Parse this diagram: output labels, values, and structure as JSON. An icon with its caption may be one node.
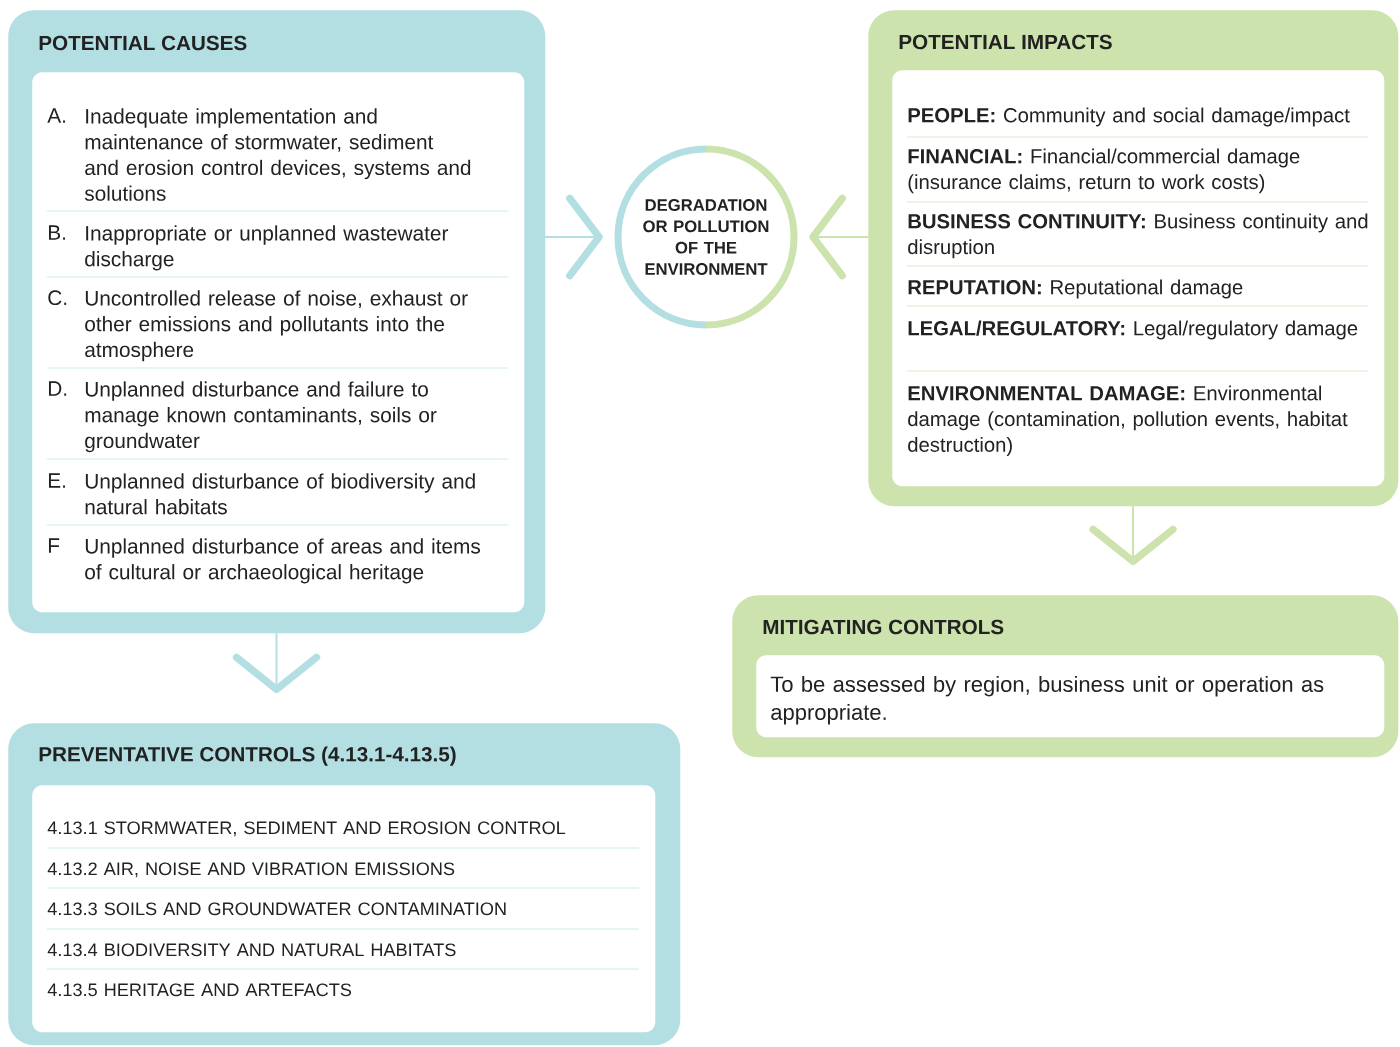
{
  "diagram": {
    "nodes": [
      {
        "text": [
          "POTENTIAL CAUSES"
        ]
      },
      {
        "text": [
          "A.",
          "Inadequate implementation and maintenance of stormwater, sediment and erosion control devices, systems and solutions",
          "B.",
          "Inappropriate or unplanned wastewater discharge",
          "C.",
          "Uncontrolled release of noise, exhaust or other emissions and pollutants into the atmosphere",
          "D.",
          "Unplanned disturbance and failure to manage known contaminants, soils or groundwater",
          "E.",
          "Unplanned disturbance of biodiversity and natural habitats",
          "F",
          "Unplanned disturbance of areas and items of cultural or archaeological heritage"
        ],
        "in": 0
      },
      {
        "text": [
          "DEGRADATION OR POLLUTION OF THE ENVIRONMENT"
        ]
      },
      {
        "text": [
          "POTENTIAL IMPACTS"
        ]
      },
      {
        "text": [
          "**PEOPLE:** Community and social damage/impact",
          "**FINANCIAL:** Financial/commercial damage (insurance claims, return to work costs)",
          "**BUSINESS CONTINUITY:** Business continuity and disruption",
          "**REPUTATION:** Reputational damage",
          "**LEGAL/REGULATORY:** Legal/regulatory damage",
          "**ENVIRONMENTAL DAMAGE:** Environmental damage (contamination, pollution events, habitat destruction)"
        ],
        "in": 3
      },
      {
        "text": [
          "PREVENTATIVE CONTROLS (4.13.1-4.13.5)"
        ]
      },
      {
        "text": [
          "4.13.1 STORMWATER, SEDIMENT AND EROSION CONTROL",
          "4.13.2 AIR, NOISE AND VIBRATION EMISSIONS",
          "4.13.3 SOILS AND GROUNDWATER CONTAMINATION",
          "4.13.4 BIODIVERSITY AND NATURAL HABITATS",
          "4.13.5 HERITAGE AND ARTEFACTS"
        ],
        "in": 5
      },
      {
        "text": [
          "MITIGATING CONTROLS"
        ]
      },
      {
        "text": [
          "To be assessed by region, business unit or operation as appropriate."
        ],
        "in": 7
      }
    ],
    "edges": [
      {
        "from": 0,
        "to": 2,
        "arrow": "to",
        "color": "#b3dfe3"
      },
      {
        "from": 3,
        "to": 2,
        "arrow": "to",
        "color": "#cde3ae"
      },
      {
        "from": 0,
        "to": 5,
        "arrow": "to",
        "color": "#b3dfe3"
      },
      {
        "from": 3,
        "to": 7,
        "arrow": "to",
        "color": "#cde3ae"
      }
    ]
  }
}
